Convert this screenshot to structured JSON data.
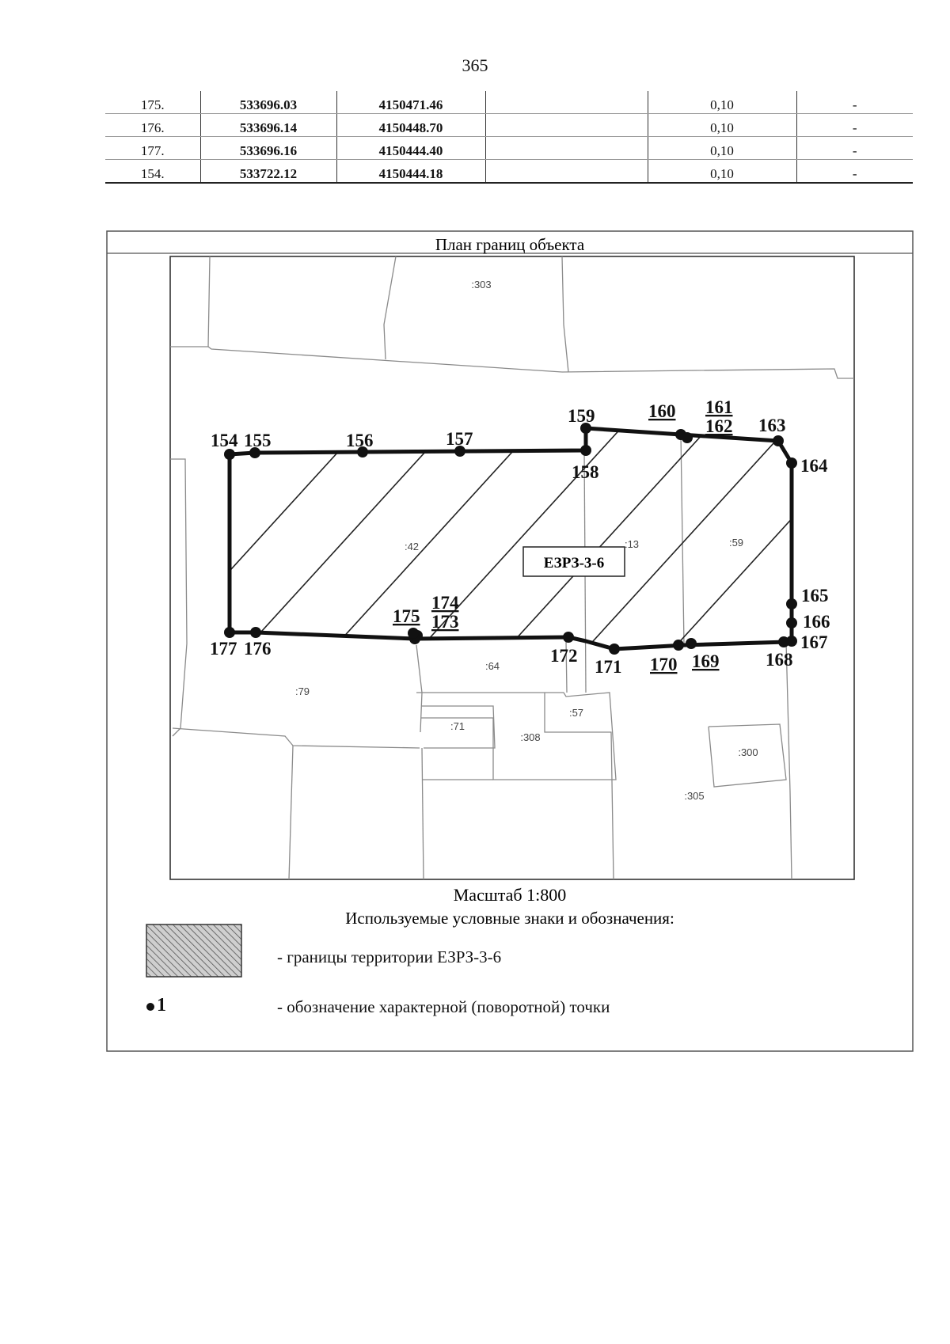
{
  "page_number": "365",
  "table": {
    "rows": [
      {
        "num": "175.",
        "x": "533696.03",
        "y": "4150471.46",
        "empty": "",
        "accuracy": "0,10",
        "note": "-"
      },
      {
        "num": "176.",
        "x": "533696.14",
        "y": "4150448.70",
        "empty": "",
        "accuracy": "0,10",
        "note": "-"
      },
      {
        "num": "177.",
        "x": "533696.16",
        "y": "4150444.40",
        "empty": "",
        "accuracy": "0,10",
        "note": "-"
      },
      {
        "num": "154.",
        "x": "533722.12",
        "y": "4150444.18",
        "empty": "",
        "accuracy": "0,10",
        "note": "-"
      }
    ]
  },
  "plan": {
    "title": "План границ объекта",
    "zone_label": "ЕЗРЗ-3-6",
    "scale": "Масштаб 1:800",
    "parcels": {
      "p303": ":303",
      "p42": ":42",
      "p13": ":13",
      "p59": ":59",
      "p64": ":64",
      "p79": ":79",
      "p71": ":71",
      "p57": ":57",
      "p308": ":308",
      "p300": ":300",
      "p305": ":305"
    },
    "points": {
      "p154": "154",
      "p155": "155",
      "p156": "156",
      "p157": "157",
      "p158": "158",
      "p159": "159",
      "p160": "160",
      "p161": "161",
      "p162": "162",
      "p163": "163",
      "p164": "164",
      "p165": "165",
      "p166": "166",
      "p167": "167",
      "p168": "168",
      "p169": "169",
      "p170": "170",
      "p171": "171",
      "p172": "172",
      "p173": "173",
      "p174": "174",
      "p175": "175",
      "p176": "176",
      "p177": "177"
    }
  },
  "legend": {
    "heading": "Используемые условные знаки и обозначения:",
    "hatch_text": "- границы территории ЕЗРЗ-3-6",
    "point_sample": "1",
    "point_text": "- обозначение характерной (поворотной) точки"
  }
}
